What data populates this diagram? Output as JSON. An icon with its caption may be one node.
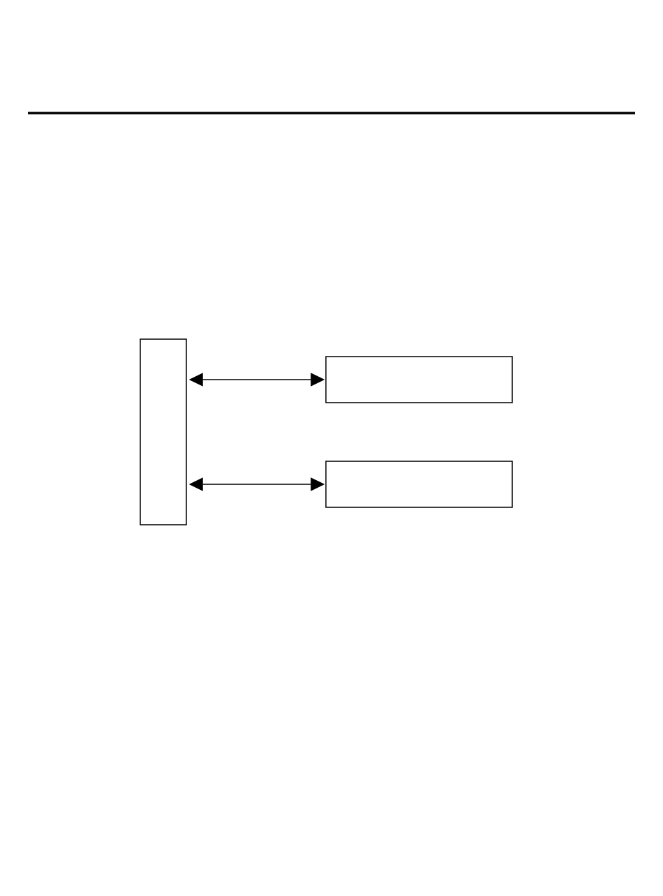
{
  "diagram": {
    "nodes": [
      {
        "text": [],
        "shape": "box"
      },
      {
        "text": [],
        "shape": "box"
      },
      {
        "text": [],
        "shape": "box"
      }
    ],
    "edges": [
      {
        "from": 0,
        "to": 1,
        "arrow": "both"
      },
      {
        "from": 0,
        "to": 2,
        "arrow": "both"
      }
    ]
  }
}
